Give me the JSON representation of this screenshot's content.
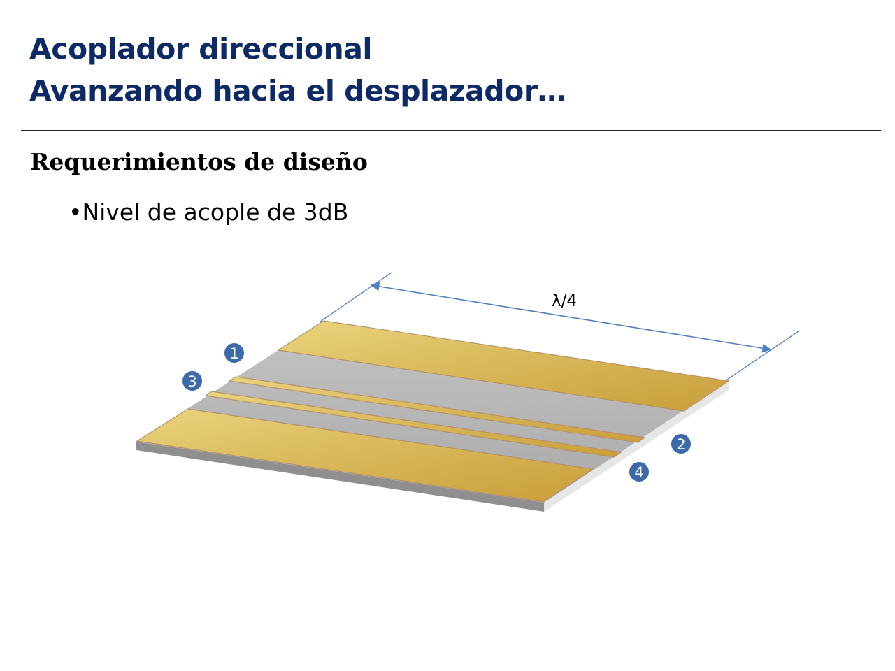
{
  "slide": {
    "title_line1": "Acoplador direccional",
    "title_line2": "Avanzando hacia el desplazador…",
    "subheading": "Requerimientos de diseño",
    "bullet": "•Nivel de acople de 3dB"
  },
  "diagram": {
    "dimension_label": "λ/4",
    "ports": [
      "1",
      "2",
      "3",
      "4"
    ],
    "colors": {
      "conductor": "#d9ba5c",
      "substrate": "#b8b8b8",
      "port_badge": "#3d6aa8",
      "dimension_line": "#4f7fc0"
    }
  }
}
